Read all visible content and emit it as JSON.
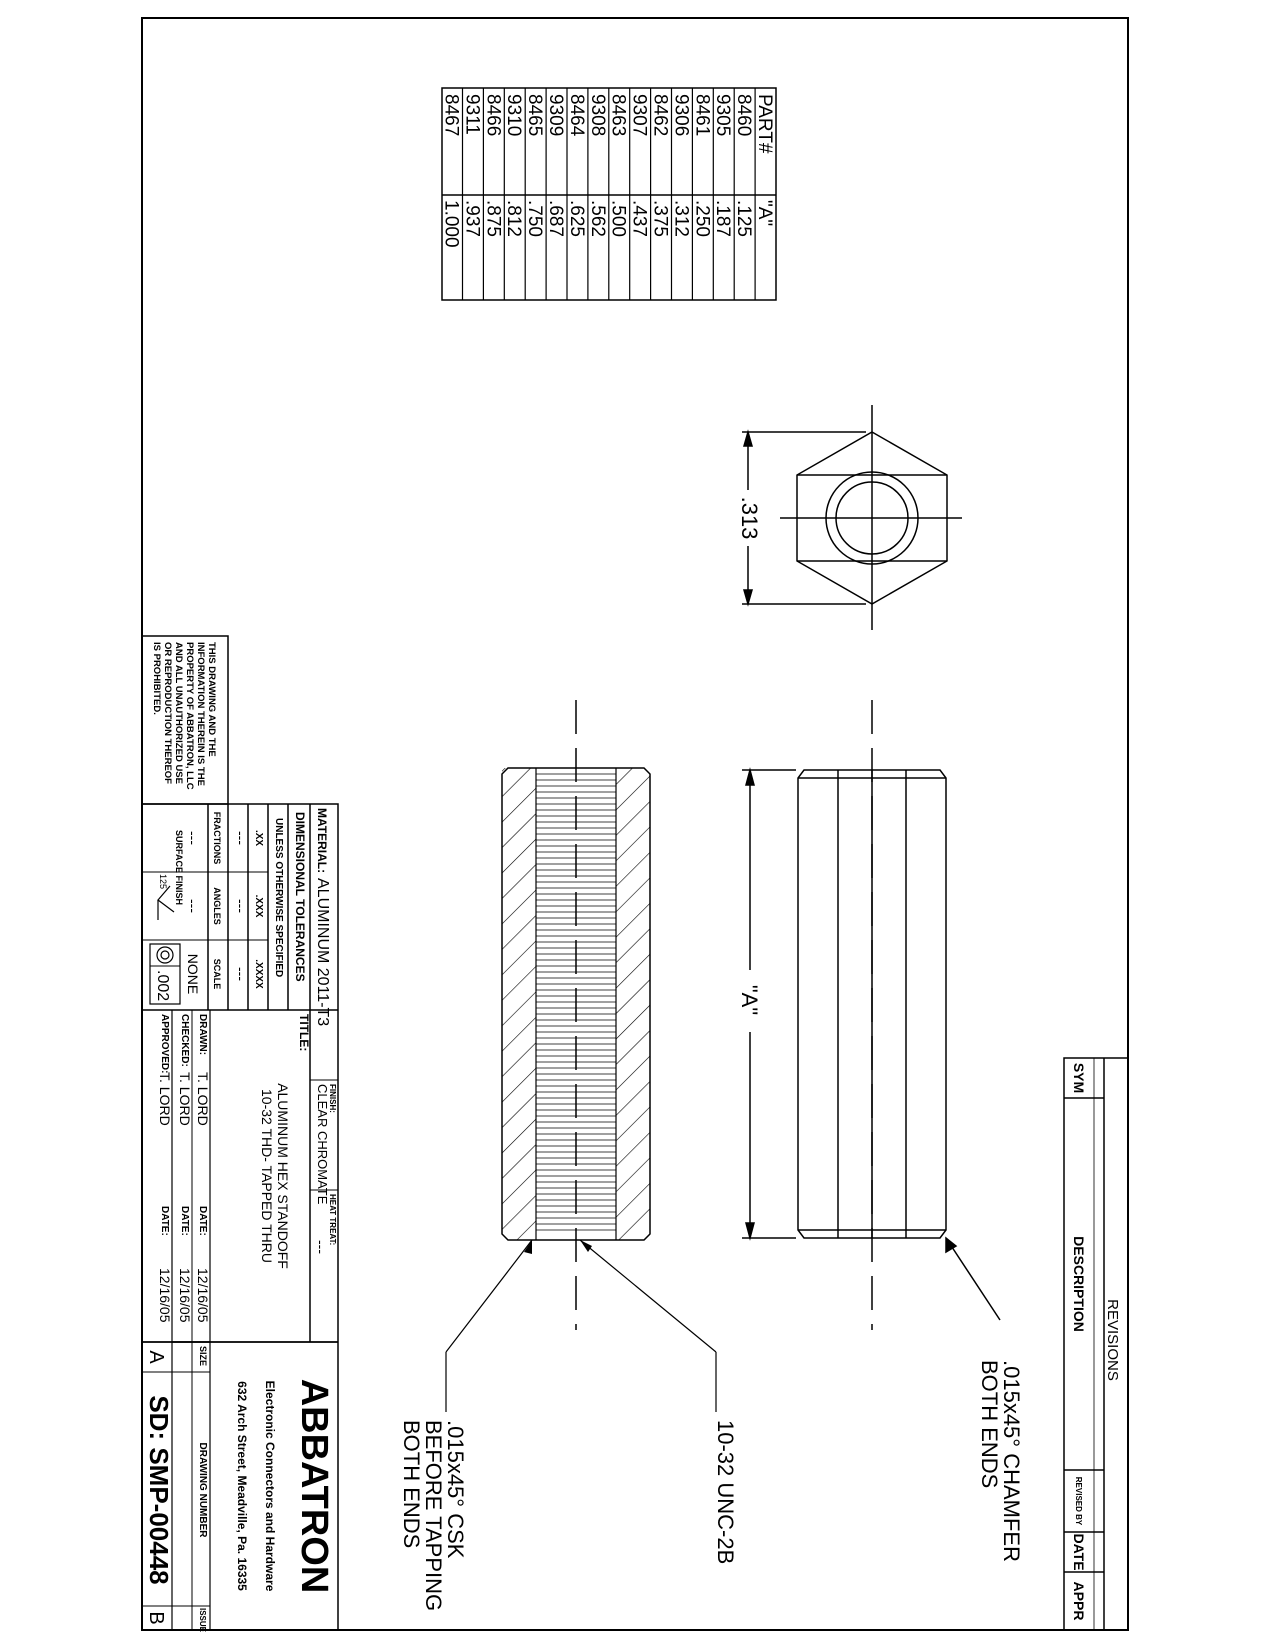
{
  "part_table": {
    "headers": [
      "PART#",
      "\"A\""
    ],
    "rows": [
      [
        "8460",
        ".125"
      ],
      [
        "9305",
        ".187"
      ],
      [
        "8461",
        ".250"
      ],
      [
        "9306",
        ".312"
      ],
      [
        "8462",
        ".375"
      ],
      [
        "9307",
        ".437"
      ],
      [
        "8463",
        ".500"
      ],
      [
        "9308",
        ".562"
      ],
      [
        "8464",
        ".625"
      ],
      [
        "9309",
        ".687"
      ],
      [
        "8465",
        ".750"
      ],
      [
        "9310",
        ".812"
      ],
      [
        "8466",
        ".875"
      ],
      [
        "9311",
        ".937"
      ],
      [
        "8467",
        "1.000"
      ]
    ]
  },
  "dims": {
    "hex_flat": ".313",
    "length": "\"A\"",
    "chamfer_note": [
      ".015x45° CHAMFER",
      "BOTH ENDS"
    ],
    "thread_note": "10-32 UNC-2B",
    "csk_note": [
      ".015x45° CSK",
      "BEFORE TAPPING",
      "BOTH ENDS"
    ]
  },
  "revisions": {
    "title": "REVISIONS",
    "cols": [
      "SYM",
      "DESCRIPTION",
      "REVISED BY",
      "DATE",
      "APPR"
    ]
  },
  "title_block": {
    "material_label": "MATERIAL:",
    "material": "ALUMINUM 2011-T3",
    "finish_label": "FINISH:",
    "finish": "CLEAR CHROMATE",
    "heat_label": "HEAT TREAT:",
    "heat": "---",
    "tol_title": "DIMENSIONAL TOLERANCES",
    "tol_sub": "UNLESS OTHERWISE SPECIFIED",
    "tol_cols": [
      ".XX",
      ".XXX",
      ".XXXX"
    ],
    "tol_vals": [
      "---",
      "---",
      "---"
    ],
    "fa_cols": [
      "FRACTIONS",
      "ANGLES",
      "SCALE"
    ],
    "fa_vals": [
      "---",
      "---",
      "NONE"
    ],
    "surface_label": "SURFACE FINISH",
    "surface_value": "125",
    "concentric": ".002",
    "title_label": "TITLE:",
    "title_line1": "ALUMINUM HEX STANDOFF",
    "title_line2": "10-32 THD- TAPPED THRU",
    "company": "ABBATRON",
    "company_sub": "Electronic Connectors and Hardware",
    "address": "632 Arch Street, Meadville, Pa. 16335",
    "drawn_label": "DRAWN:",
    "drawn": "T. LORD",
    "checked_label": "CHECKED:",
    "checked": "T. LORD",
    "approved_label": "APPROVED:",
    "approved": "T. LORD",
    "date_label": "DATE:",
    "drawn_date": "12/16/05",
    "checked_date": "12/16/05",
    "approved_date": "12/16/05",
    "size_label": "SIZE",
    "size": "A",
    "dwg_label": "DRAWING NUMBER",
    "dwg": "SD: SMP-00448",
    "issue_label": "ISSUE",
    "issue": "B",
    "proprietary": [
      "THIS DRAWING AND THE",
      "INFORMATION THEREIN IS THE",
      "PROPERTY OF ABBATRON, LLC",
      "AND ALL UNAUTHORIZED USE",
      "OR REPRODUCTION THEREOF",
      "IS PROHIBITED."
    ]
  }
}
